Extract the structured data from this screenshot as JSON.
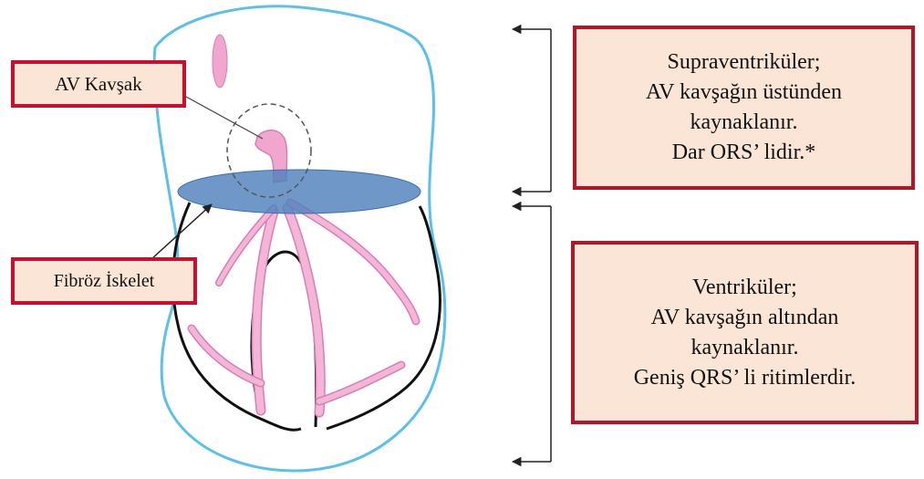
{
  "labels": {
    "av_junction": "AV Kavşak",
    "fibrous_skeleton": "Fibröz İskelet"
  },
  "supraventricular": {
    "lines": [
      "Supraventriküler;",
      "AV kavşağın üstünden",
      "kaynaklanır.",
      "Dar ORS’ lidir.*"
    ]
  },
  "ventricular": {
    "lines": [
      "Ventriküler;",
      "AV kavşağın altından",
      "kaynaklanır.",
      "Geniş QRS’ li ritimlerdir."
    ]
  },
  "colors": {
    "heart_outline": "#5bc0eb",
    "conduction": "#f0a6cf",
    "ventricle_outline": "#111111",
    "fibrous_plane": "#4f81bd",
    "box_border": "#c8102e",
    "box_fill": "#fbe5d6"
  }
}
